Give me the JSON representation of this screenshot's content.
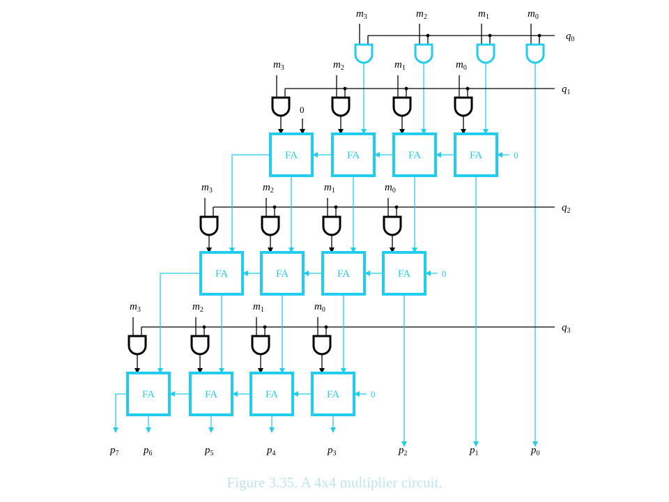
{
  "colors": {
    "cyan": "#22ccee",
    "black": "#000000",
    "caption": "#bfe4f0"
  },
  "multiplicand": [
    "m3",
    "m2",
    "m1",
    "m0"
  ],
  "multiplier": [
    "q0",
    "q1",
    "q2",
    "q3"
  ],
  "products": [
    "p7",
    "p6",
    "p5",
    "p4",
    "p3",
    "p2",
    "p1",
    "p0"
  ],
  "fa_label": "FA",
  "zero": "0",
  "caption": "Figure 3.35.   A 4x4 multiplier circuit."
}
